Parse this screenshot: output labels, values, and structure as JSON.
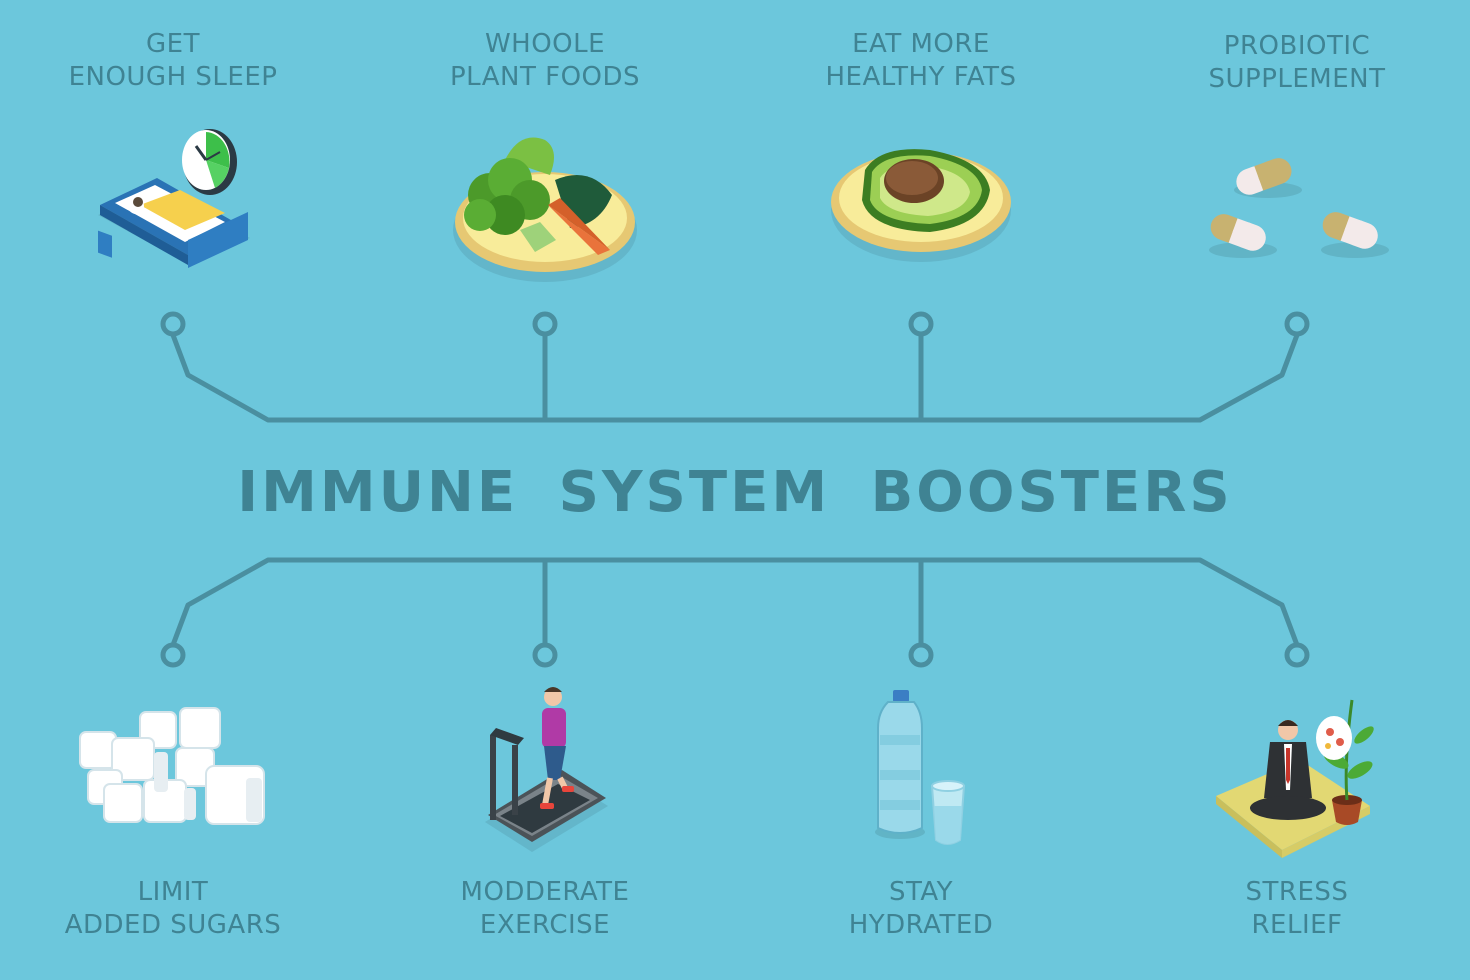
{
  "title": "IMMUNE  SYSTEM  BOOSTERS",
  "colors": {
    "background": "#6cc7dc",
    "text": "#3f8393",
    "connector": "#4a8fa0"
  },
  "top_items": [
    {
      "line1": "GET",
      "line2": "ENOUGH SLEEP",
      "icon": "bed-clock-icon"
    },
    {
      "line1": "WHOOLE",
      "line2": "PLANT FOODS",
      "icon": "vegetable-plate-icon"
    },
    {
      "line1": "EAT MORE",
      "line2": "HEALTHY FATS",
      "icon": "avocado-plate-icon"
    },
    {
      "line1": "PROBIOTIC",
      "line2": "SUPPLEMENT",
      "icon": "capsules-icon"
    }
  ],
  "bottom_items": [
    {
      "line1": "LIMIT",
      "line2": "ADDED SUGARS",
      "icon": "sugar-cubes-icon"
    },
    {
      "line1": "MODDERATE",
      "line2": "EXERCISE",
      "icon": "treadmill-runner-icon"
    },
    {
      "line1": "STAY",
      "line2": "HYDRATED",
      "icon": "water-bottle-glass-icon"
    },
    {
      "line1": "STRESS",
      "line2": "RELIEF",
      "icon": "meditation-icon"
    }
  ]
}
